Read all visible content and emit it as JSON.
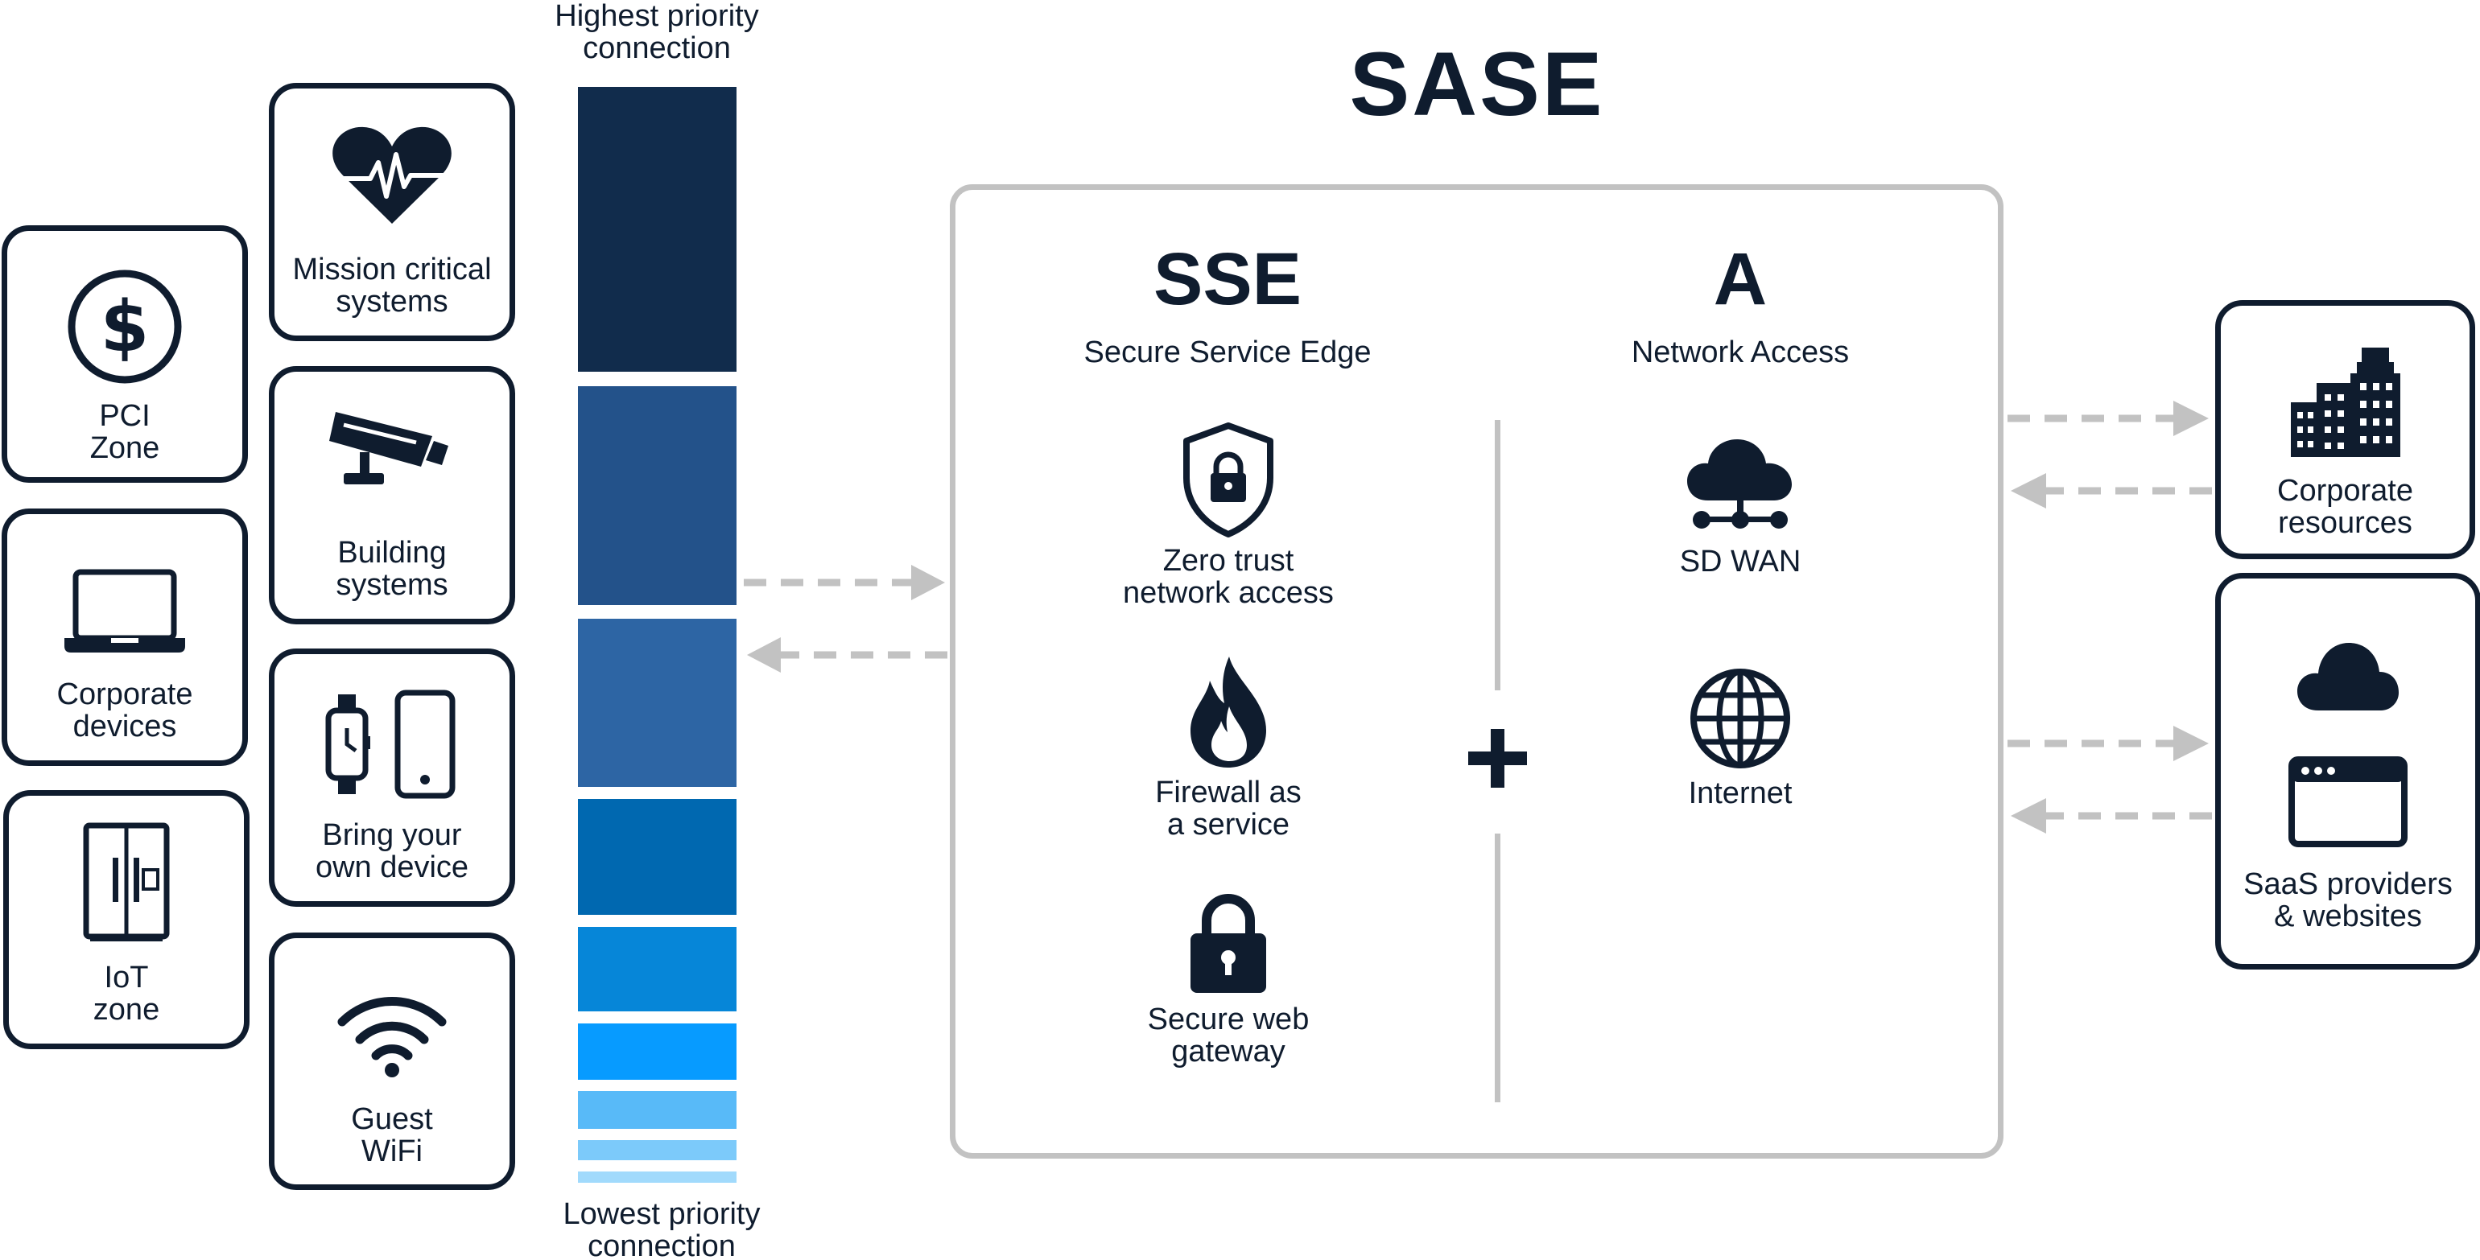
{
  "title": "SASE",
  "priority": {
    "highest": [
      "Highest priority",
      "connection"
    ],
    "lowest": [
      "Lowest priority",
      "connection"
    ],
    "bar_colors": [
      "#112c4c",
      "#23528a",
      "#2d65a4",
      "#0068b0",
      "#0686d8",
      "#079bff",
      "#58baf8",
      "#7ccafa",
      "#a1dafc"
    ]
  },
  "zones": [
    {
      "lines": [
        "PCI",
        "Zone"
      ],
      "icon": "dollar-coin-icon"
    },
    {
      "lines": [
        "Corporate",
        "devices"
      ],
      "icon": "laptop-icon"
    },
    {
      "lines": [
        "IoT",
        "zone"
      ],
      "icon": "fridge-icon"
    }
  ],
  "systems": [
    {
      "lines": [
        "Mission critical",
        "systems"
      ],
      "icon": "heart-monitor-icon"
    },
    {
      "lines": [
        "Building",
        "systems"
      ],
      "icon": "security-camera-icon"
    },
    {
      "lines": [
        "Bring your",
        "own device"
      ],
      "icon": "watch-phone-icon"
    },
    {
      "lines": [
        "Guest",
        "WiFi"
      ],
      "icon": "wifi-icon"
    }
  ],
  "sse": {
    "title": "SSE",
    "subtitle": "Secure Service Edge",
    "services": [
      {
        "lines": [
          "Zero trust",
          "network access"
        ],
        "icon": "shield-lock-icon"
      },
      {
        "lines": [
          "Firewall as",
          "a service"
        ],
        "icon": "flame-icon"
      },
      {
        "lines": [
          "Secure web",
          "gateway"
        ],
        "icon": "padlock-icon"
      }
    ]
  },
  "access": {
    "title": "A",
    "subtitle": "Network Access",
    "services": [
      {
        "lines": [
          "SD WAN"
        ],
        "icon": "cloud-network-icon"
      },
      {
        "lines": [
          "Internet"
        ],
        "icon": "globe-icon"
      }
    ]
  },
  "plus_symbol": "plus-icon",
  "destinations": [
    {
      "lines": [
        "Corporate",
        "resources"
      ],
      "icon": "buildings-icon"
    },
    {
      "lines": [
        "SaaS providers",
        "& websites"
      ],
      "icon": "cloud-browser-icon"
    }
  ],
  "colors": {
    "navy": "#0f1c2e",
    "gray": "#c2c2c2"
  }
}
